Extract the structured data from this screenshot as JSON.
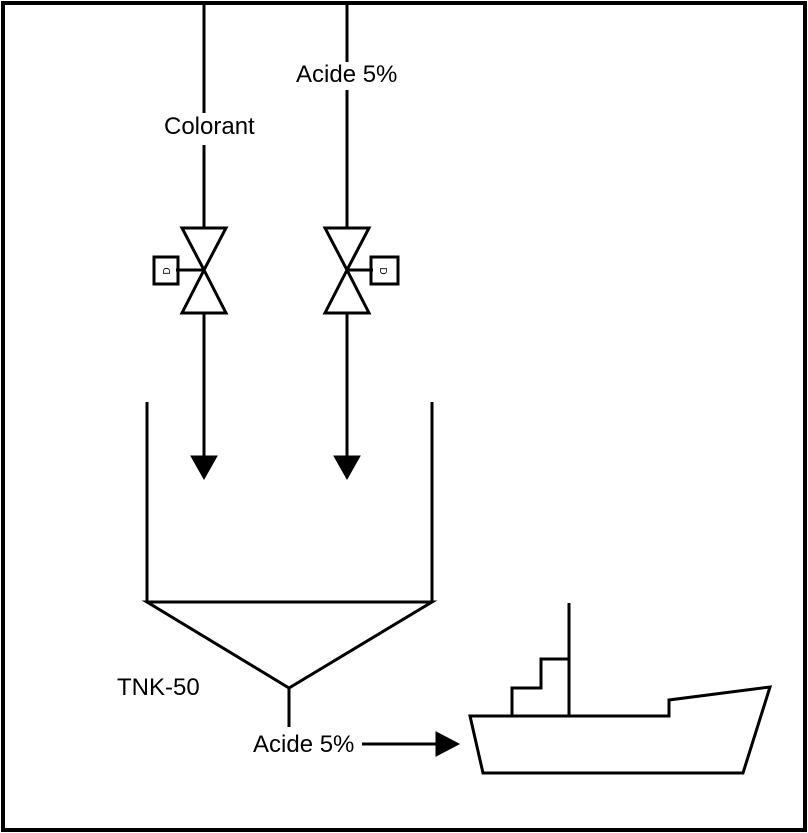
{
  "diagram": {
    "labels": {
      "colorant_line": "Colorant",
      "acid_line": "Acide 5%",
      "tank_tag": "TNK-50",
      "outlet_line": "Acide 5%"
    },
    "valves": [
      {
        "actuator_letter": "D"
      },
      {
        "actuator_letter": "D"
      }
    ]
  },
  "colors": {
    "stroke": "#000000",
    "background": "#ffffff"
  }
}
